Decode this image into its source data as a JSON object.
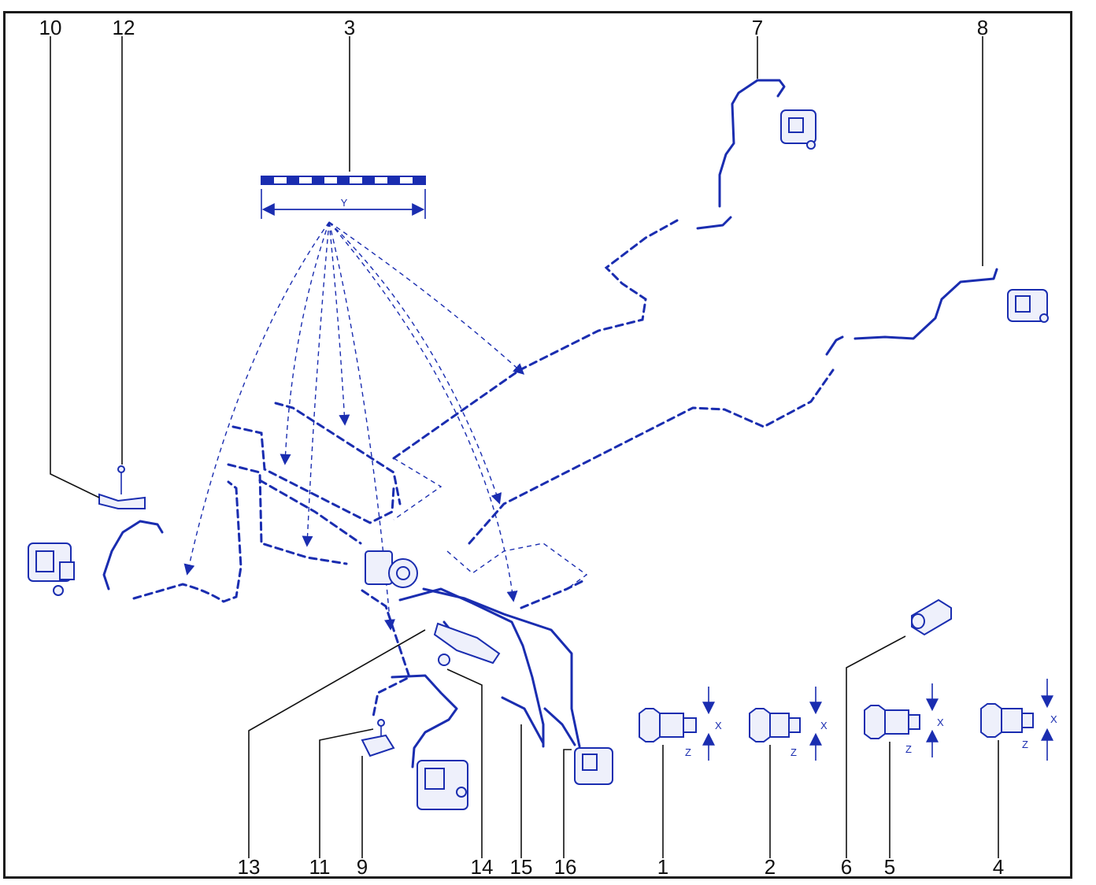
{
  "callouts": {
    "c1": "1",
    "c2": "2",
    "c3": "3",
    "c4": "4",
    "c5": "5",
    "c6": "6",
    "c7": "7",
    "c8": "8",
    "c9": "9",
    "c10": "10",
    "c11": "11",
    "c12": "12",
    "c13": "13",
    "c14": "14",
    "c15": "15",
    "c16": "16"
  },
  "dimensions": {
    "y": "Y",
    "x": "X",
    "z": "Z"
  },
  "colors": {
    "line_art": "#1a2db0",
    "leader": "#111111",
    "frame": "#1b1b1b"
  }
}
